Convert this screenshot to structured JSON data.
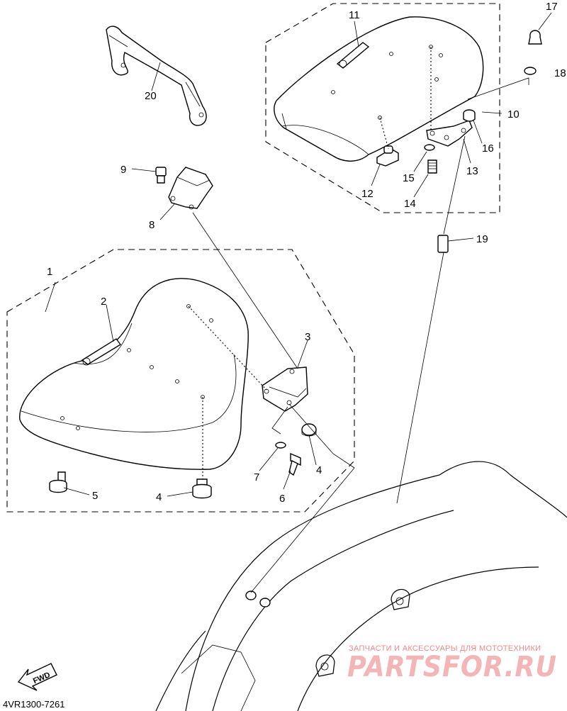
{
  "diagram": {
    "callouts": {
      "c1": "1",
      "c2": "2",
      "c3": "3",
      "c4a": "4",
      "c4b": "4",
      "c5": "5",
      "c6": "6",
      "c7": "7",
      "c8": "8",
      "c9": "9",
      "c10": "10",
      "c11": "11",
      "c12": "12",
      "c13": "13",
      "c14": "14",
      "c15": "15",
      "c16": "16",
      "c17": "17",
      "c18": "18",
      "c19": "19",
      "c20": "20"
    },
    "fwd_label": "FWD",
    "diagram_code": "4VR1300-7261"
  },
  "watermark": {
    "caption": "ЗАПЧАСТИ И АКСЕССУАРЫ ДЛЯ МОТОТЕХНИКИ",
    "brand": "PARTSFOR.RU"
  }
}
